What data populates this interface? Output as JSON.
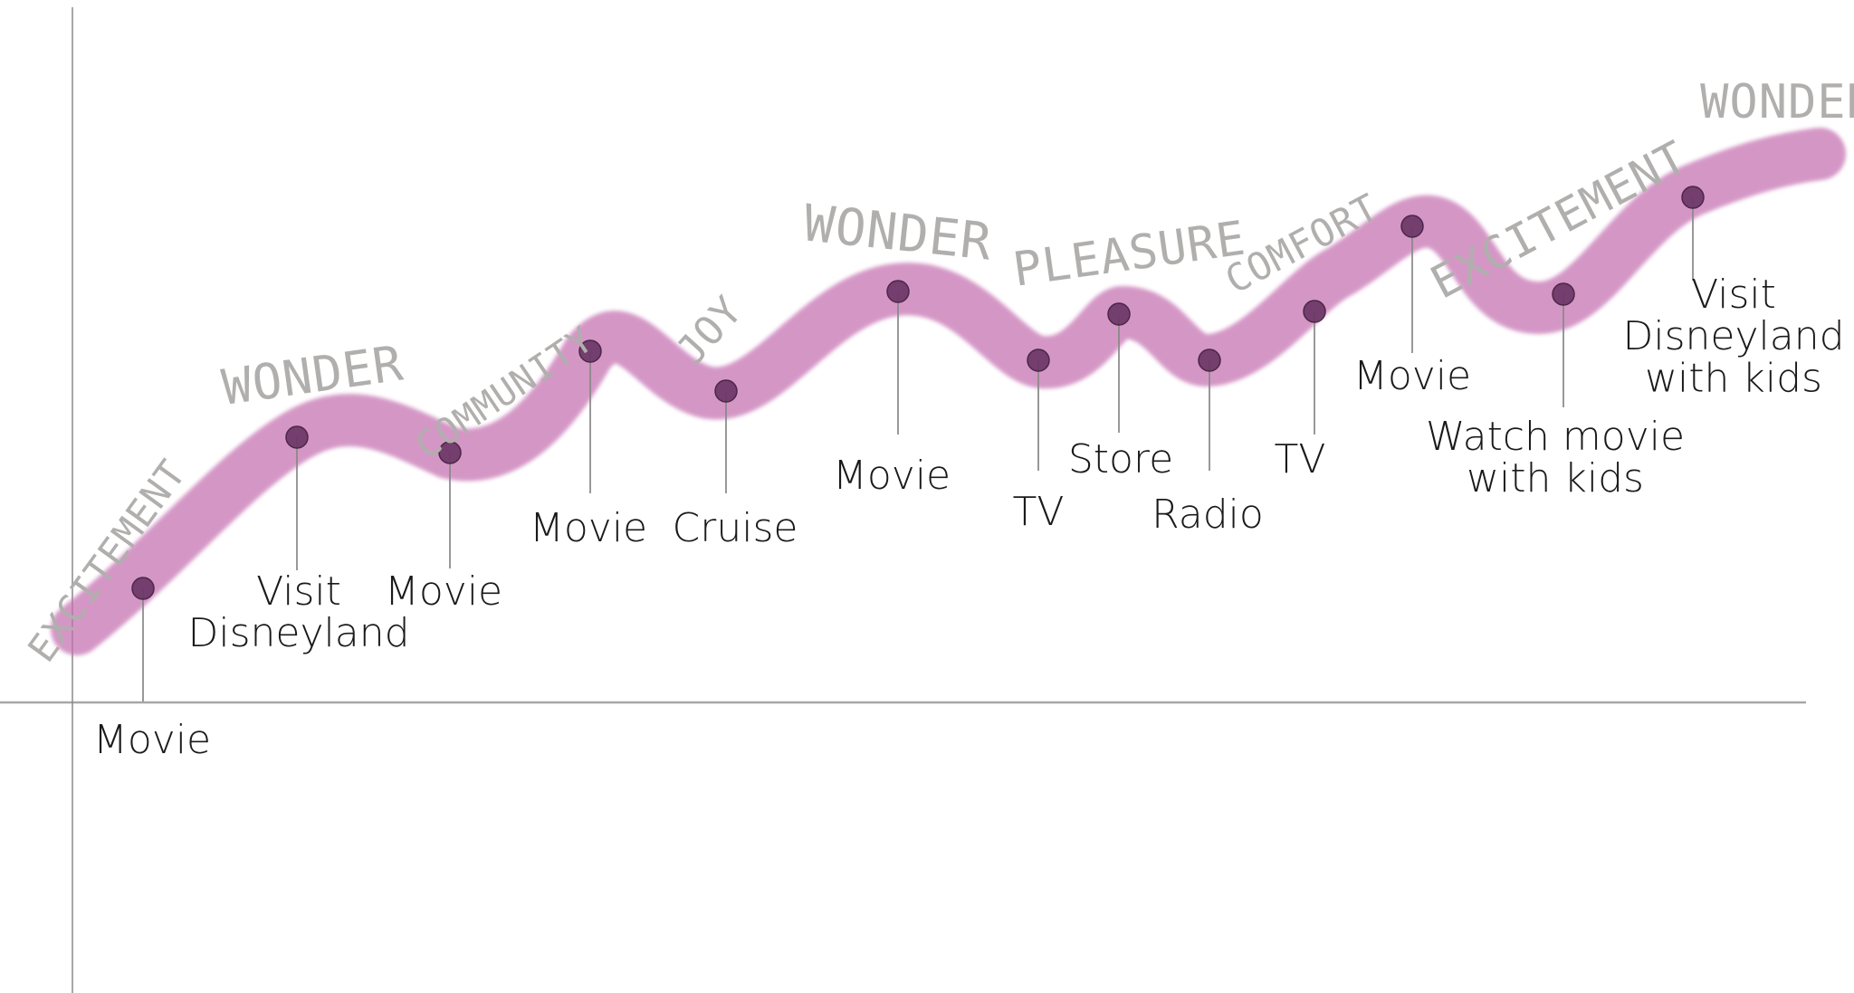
{
  "colors": {
    "path": "#c46fb0",
    "marker": "#6a3565",
    "stem": "#888888",
    "axis": "#888888",
    "emotion_text": "#b0afad",
    "touchpoint_text": "#1a1a1a"
  },
  "touchpoints": [
    {
      "label": [
        "Movie"
      ]
    },
    {
      "label": [
        "Visit",
        "Disneyland"
      ]
    },
    {
      "label": [
        "Movie"
      ]
    },
    {
      "label": [
        "Movie"
      ]
    },
    {
      "label": [
        "Cruise"
      ]
    },
    {
      "label": [
        "Movie"
      ]
    },
    {
      "label": [
        "TV"
      ]
    },
    {
      "label": [
        "Store"
      ]
    },
    {
      "label": [
        "Radio"
      ]
    },
    {
      "label": [
        "TV"
      ]
    },
    {
      "label": [
        "Movie"
      ]
    },
    {
      "label": [
        "Watch movie",
        "with kids"
      ]
    },
    {
      "label": [
        "Visit",
        "Disneyland",
        "with kids"
      ]
    }
  ],
  "emotions": [
    {
      "text": "EXCITEMENT"
    },
    {
      "text": "WONDER"
    },
    {
      "text": "COMMUNITY"
    },
    {
      "text": "JOY"
    },
    {
      "text": "WONDER"
    },
    {
      "text": "PLEASURE"
    },
    {
      "text": "COMFORT"
    },
    {
      "text": "EXCITEMENT"
    },
    {
      "text": "WONDER"
    }
  ]
}
